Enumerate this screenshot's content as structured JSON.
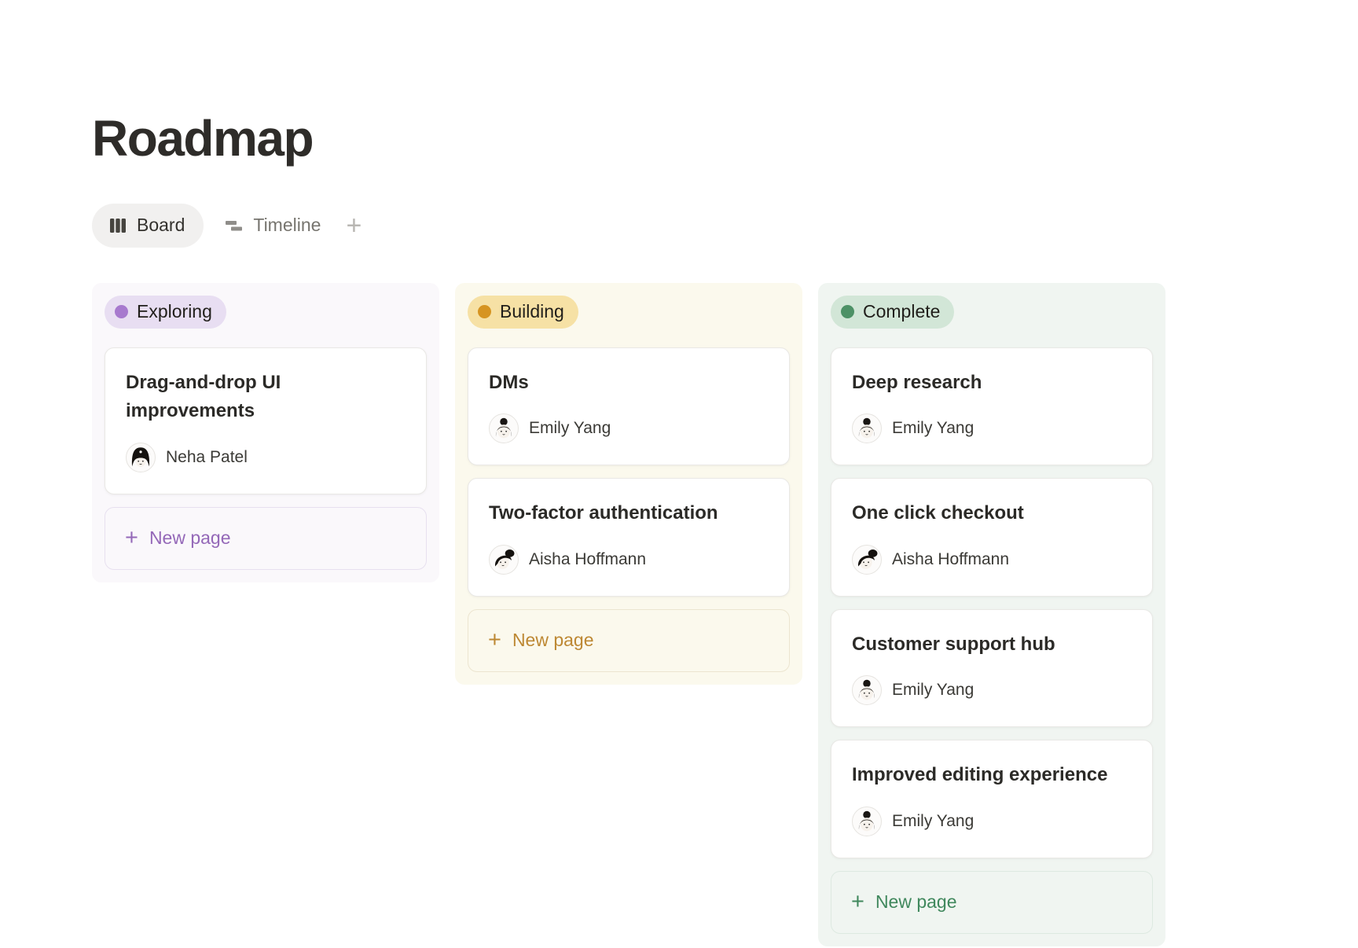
{
  "page": {
    "title": "Roadmap"
  },
  "view_tabs": {
    "board": {
      "label": "Board"
    },
    "timeline": {
      "label": "Timeline"
    },
    "add_label": "+"
  },
  "board": {
    "new_page_label": "New page",
    "columns": [
      {
        "id": "exploring",
        "label": "Exploring",
        "colors": {
          "column_bg": "#faf8fb",
          "pill_bg": "#e8def2",
          "dot": "#a779ce",
          "accent": "#9468b8",
          "button_border": "#e7e0ef"
        },
        "cards": [
          {
            "title": "Drag-and-drop UI improvements",
            "assignee": "Neha Patel",
            "avatar": "neha-patel"
          }
        ]
      },
      {
        "id": "building",
        "label": "Building",
        "colors": {
          "column_bg": "#fbf9ed",
          "pill_bg": "#f6e1a5",
          "dot": "#d69421",
          "accent": "#bd8833",
          "button_border": "#ece5d0"
        },
        "cards": [
          {
            "title": "DMs",
            "assignee": "Emily Yang",
            "avatar": "emily-yang"
          },
          {
            "title": "Two-factor authentication",
            "assignee": "Aisha Hoffmann",
            "avatar": "aisha-hoffmann"
          }
        ]
      },
      {
        "id": "complete",
        "label": "Complete",
        "colors": {
          "column_bg": "#f0f5f1",
          "pill_bg": "#d2e6d7",
          "dot": "#4d9166",
          "accent": "#40885d",
          "button_border": "#dde9e1"
        },
        "cards": [
          {
            "title": "Deep research",
            "assignee": "Emily Yang",
            "avatar": "emily-yang"
          },
          {
            "title": "One click checkout",
            "assignee": "Aisha Hoffmann",
            "avatar": "aisha-hoffmann"
          },
          {
            "title": "Customer support hub",
            "assignee": "Emily Yang",
            "avatar": "emily-yang"
          },
          {
            "title": "Improved editing experience",
            "assignee": "Emily Yang",
            "avatar": "emily-yang"
          }
        ]
      }
    ]
  }
}
